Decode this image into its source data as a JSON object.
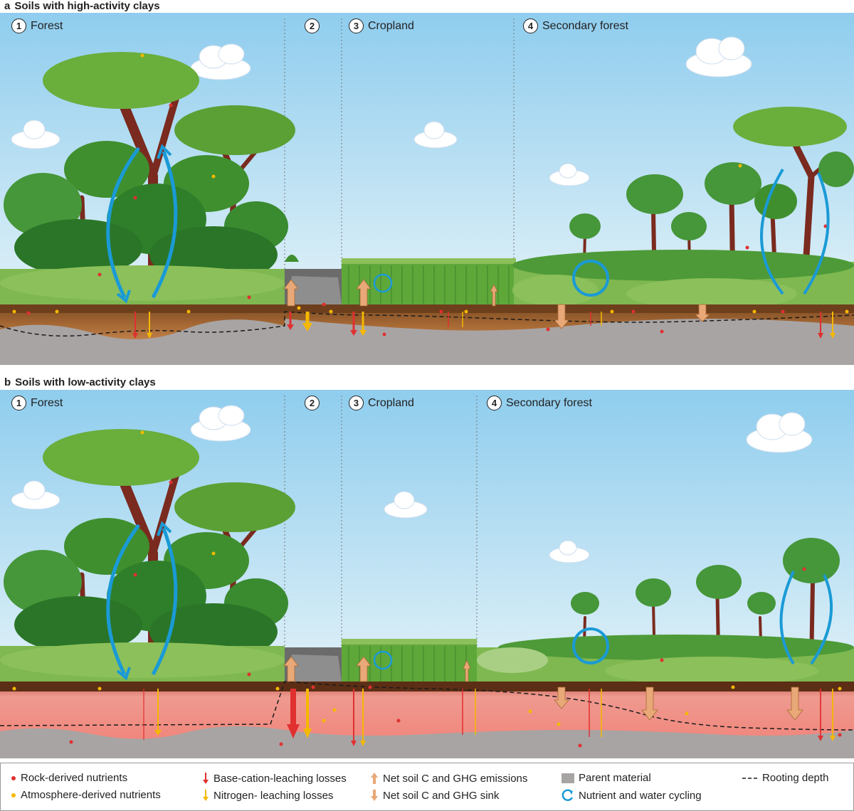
{
  "panels": [
    {
      "letter": "a",
      "title": "Soils with high-activity clays",
      "stages": [
        {
          "num": "1",
          "label": "Forest"
        },
        {
          "num": "2",
          "label": ""
        },
        {
          "num": "3",
          "label": "Cropland"
        },
        {
          "num": "4",
          "label": "Secondary forest"
        }
      ]
    },
    {
      "letter": "b",
      "title": "Soils with low-activity clays",
      "stages": [
        {
          "num": "1",
          "label": "Forest"
        },
        {
          "num": "2",
          "label": ""
        },
        {
          "num": "3",
          "label": "Cropland"
        },
        {
          "num": "4",
          "label": "Secondary forest"
        }
      ]
    }
  ],
  "legend": {
    "rock": "Rock-derived nutrients",
    "atmosphere": "Atmosphere-derived nutrients",
    "base_cation": "Base-cation-leaching losses",
    "nitrogen": "Nitrogen- leaching losses",
    "emissions": "Net soil C and GHG emissions",
    "sink": "Net soil C and GHG sink",
    "parent": "Parent material",
    "cycling": "Nutrient and water cycling",
    "rooting": "Rooting depth"
  },
  "colors": {
    "sky": "#a9d8ef",
    "topsoil": "#8b5a2b",
    "subsoil_a": "#d9905a",
    "subsoil_b": "#ef8a80",
    "parent": "#a8a4a4",
    "rock_nutrient": "#e03030",
    "atm_nutrient": "#f5b800",
    "cycling": "#1a9ad6",
    "emission_arrow": "#e8a877"
  }
}
